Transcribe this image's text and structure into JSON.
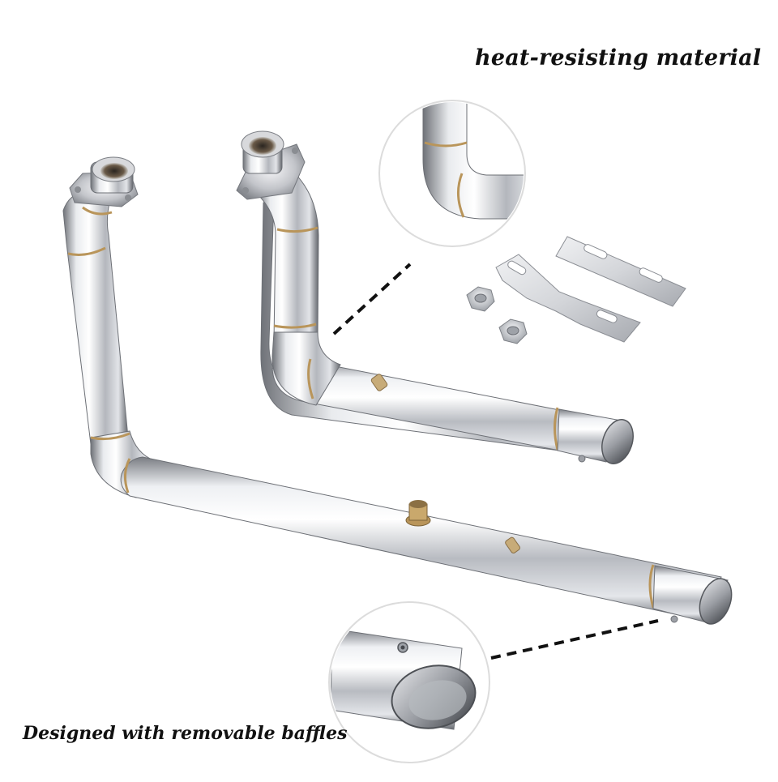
{
  "captions": {
    "top": "heat-resisting material",
    "bottom": "Designed with removable baffles"
  },
  "colors": {
    "background": "#ffffff",
    "steel_light": "#f2f2f4",
    "steel_mid": "#b9bbc0",
    "steel_dark": "#6d7076",
    "weld": "#b9955a",
    "text": "#111111"
  },
  "image": {
    "subject": "stainless steel exhaust headers with mounting brackets and nuts",
    "parts": [
      "front-exhaust-pipe",
      "rear-exhaust-pipe",
      "mounting-bracket-bent",
      "mounting-bracket-flat",
      "hex-nut",
      "hex-nut"
    ],
    "detail_callouts": [
      "bend-weld-detail",
      "baffle-outlet-detail"
    ]
  }
}
